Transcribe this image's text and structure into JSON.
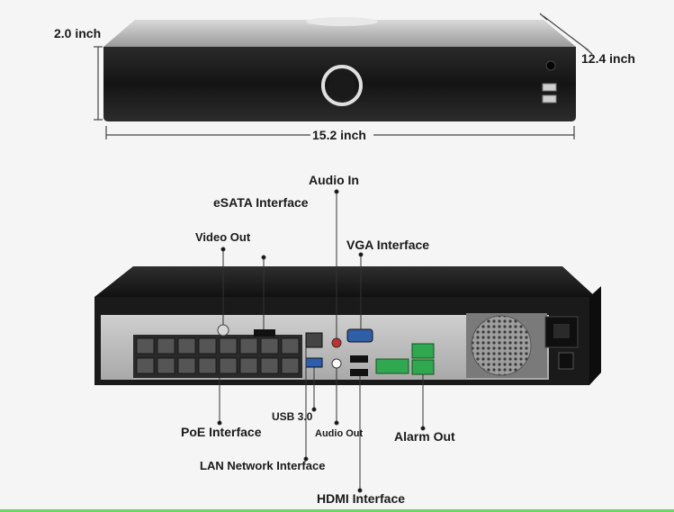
{
  "dimensions": {
    "height": "2.0 inch",
    "depth": "12.4 inch",
    "width": "15.2 inch"
  },
  "callouts": {
    "audio_in": "Audio In",
    "esata": "eSATA Interface",
    "video_out": "Video Out",
    "vga": "VGA Interface",
    "poe": "PoE Interface",
    "usb": "USB 3.0",
    "audio_out": "Audio Out",
    "alarm_out": "Alarm Out",
    "lan": "LAN Network Interface",
    "hdmi": "HDMI Interface"
  },
  "colors": {
    "chassis_dark": "#1c1c1c",
    "panel_silver": "#b8b8b8",
    "bottom_rule": "#6fd36a"
  }
}
